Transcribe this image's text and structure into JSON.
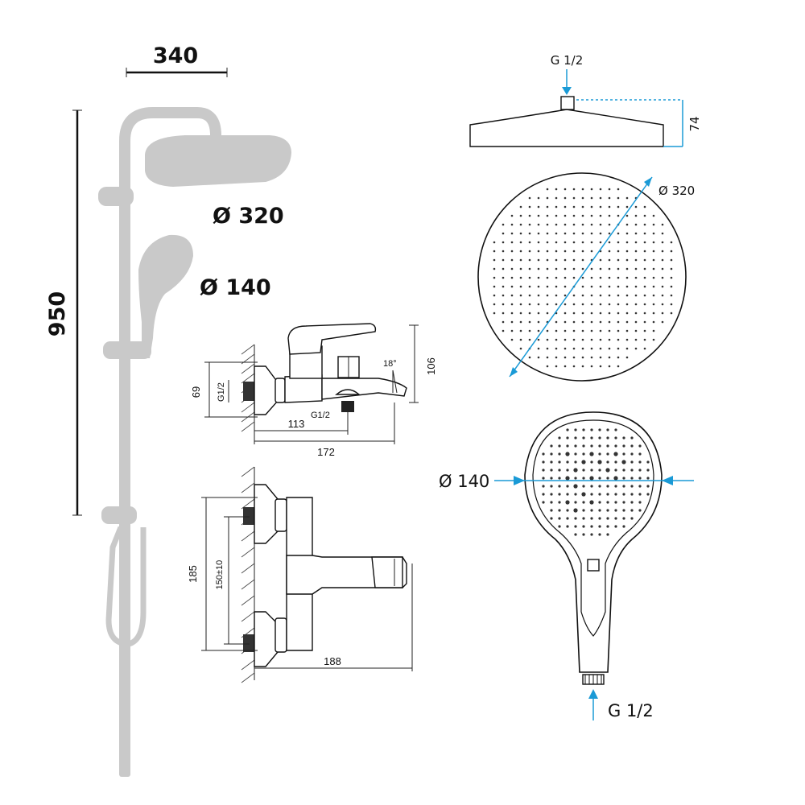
{
  "shower_column": {
    "width_label": "340",
    "height_label": "950",
    "overhead_diameter_label": "Ø 320",
    "hand_diameter_label": "Ø 140"
  },
  "mixer_side": {
    "height_label": "106",
    "inlet_height_label": "69",
    "thread_label": "G1/2",
    "outlet_thread_label": "G1/2",
    "offset_label": "113",
    "length_label": "172",
    "angle_label": "18°"
  },
  "mixer_top": {
    "height_label": "185",
    "spacing_label": "150±10",
    "depth_label": "188"
  },
  "overhead_shower": {
    "inlet_label": "G 1/2",
    "thickness_label": "74",
    "diameter_label": "Ø 320"
  },
  "hand_shower": {
    "diameter_label": "Ø 140",
    "inlet_label": "G 1/2"
  },
  "colors": {
    "accent": "#1a9ad6",
    "ghost": "#c9c9c9",
    "line": "#111111"
  }
}
